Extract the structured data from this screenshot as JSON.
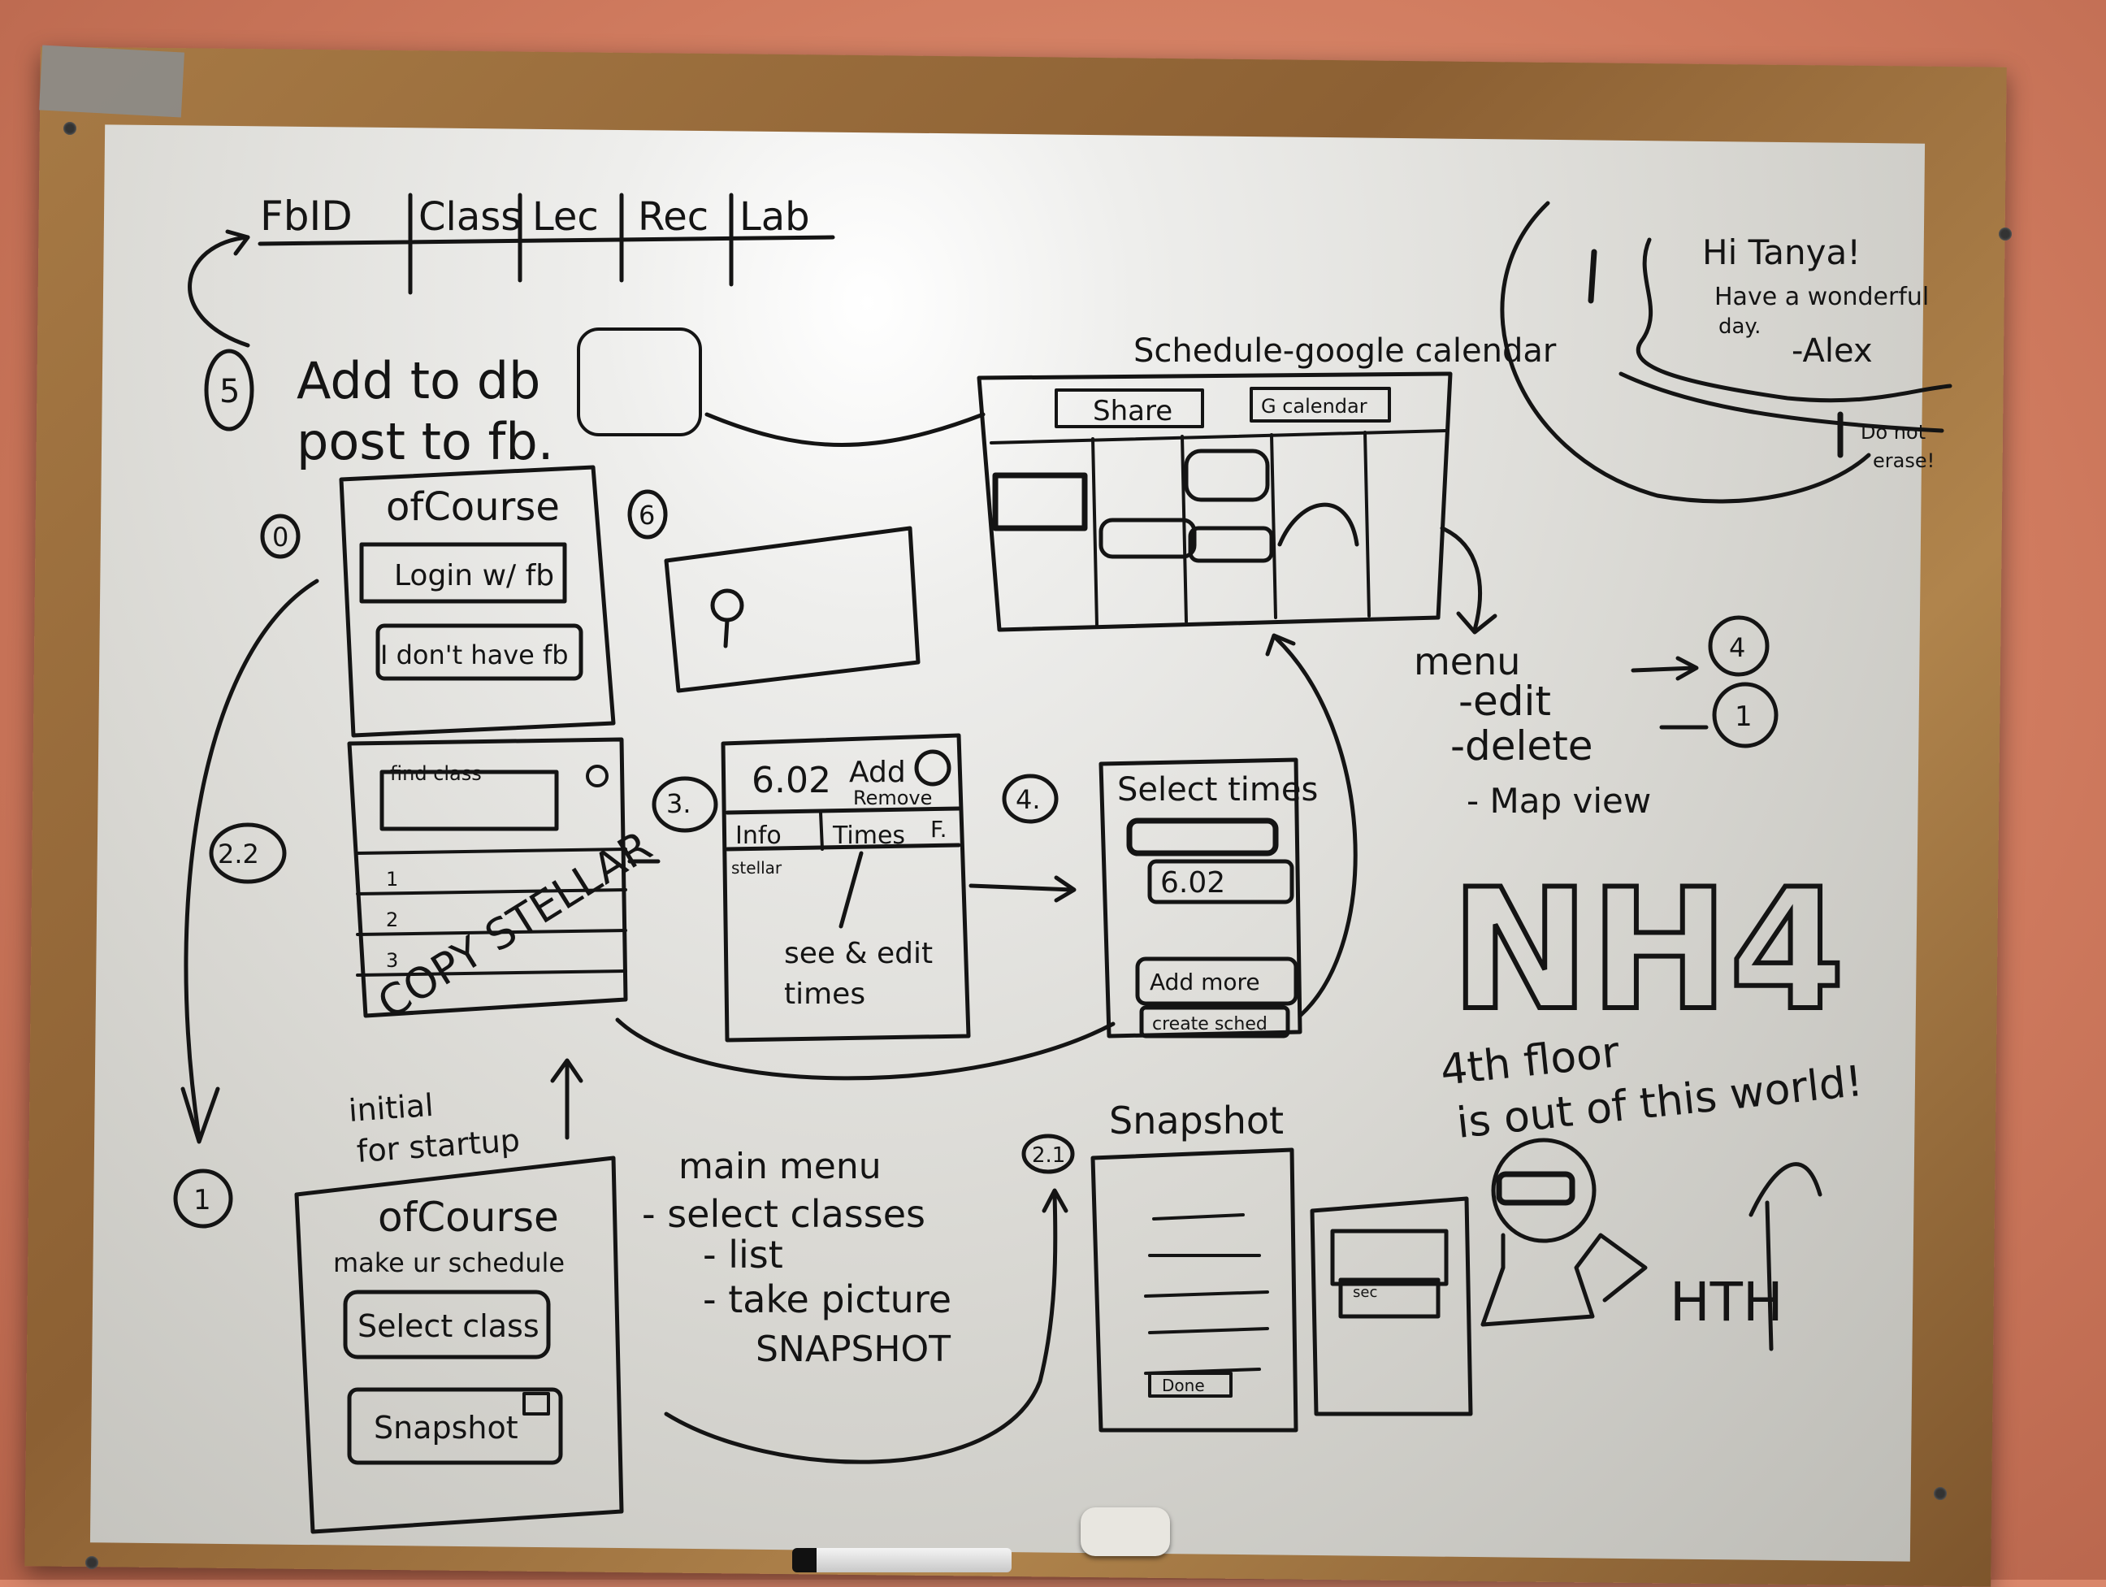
{
  "table_header": {
    "col1": "FbID",
    "col2": "Class",
    "col3": "Lec",
    "col4": "Rec",
    "col5": "Lab"
  },
  "step5": {
    "number": "5",
    "line1": "Add to db",
    "line2": "post to fb."
  },
  "schedule_caption": "Schedule-google calendar",
  "share_button": "Share",
  "calendar_button": "G calendar",
  "login_screen": {
    "number": "0",
    "title": "ofCourse",
    "login_button": "Login w/ fb",
    "no_fb_button": "I don't have fb"
  },
  "map_screen_number": "6",
  "find_classes": {
    "number": "2.2",
    "label": "find class",
    "rows": [
      "1",
      "2",
      "3"
    ],
    "overlay": "COPY STELLAR"
  },
  "class_detail": {
    "number": "3.",
    "course": "6.02",
    "add_label": "Add",
    "remove_label": "Remove",
    "tab_info": "Info",
    "tab_times": "Times",
    "tab_f": "F.",
    "sub_label": "stellar",
    "note_line1": "see & edit",
    "note_line2": "times"
  },
  "select_times": {
    "number": "4.",
    "title": "Select times",
    "course": "6.02",
    "add_button": "Add more",
    "create_button": "create sched"
  },
  "menu": {
    "title": "menu",
    "items": [
      "-edit",
      "-delete",
      "- Map view"
    ],
    "edit_target": "4",
    "delete_target": "1"
  },
  "greeting": {
    "line1": "Hi Tanya!",
    "line2": "Have a wonderful",
    "line3": "day.",
    "signature": "-Alex",
    "warning_line1": "Do not",
    "warning_line2": "erase!"
  },
  "nh4": {
    "logo": "NH4",
    "tagline_line1": "4th floor",
    "tagline_line2": "is out of this world!"
  },
  "initial_note": {
    "line1": "initial",
    "line2": "for startup"
  },
  "main_screen": {
    "number": "1",
    "title": "ofCourse",
    "subtitle": "make ur schedule",
    "select_button": "Select class",
    "snapshot_button": "Snapshot"
  },
  "main_menu": {
    "title": "main menu",
    "items": [
      "- select classes",
      "- list",
      "- take picture",
      "SNAPSHOT"
    ]
  },
  "snapshot_screen": {
    "number": "2.1",
    "title": "Snapshot",
    "button": "Done",
    "preview_button": "sec"
  },
  "hth_letters": "HTH"
}
